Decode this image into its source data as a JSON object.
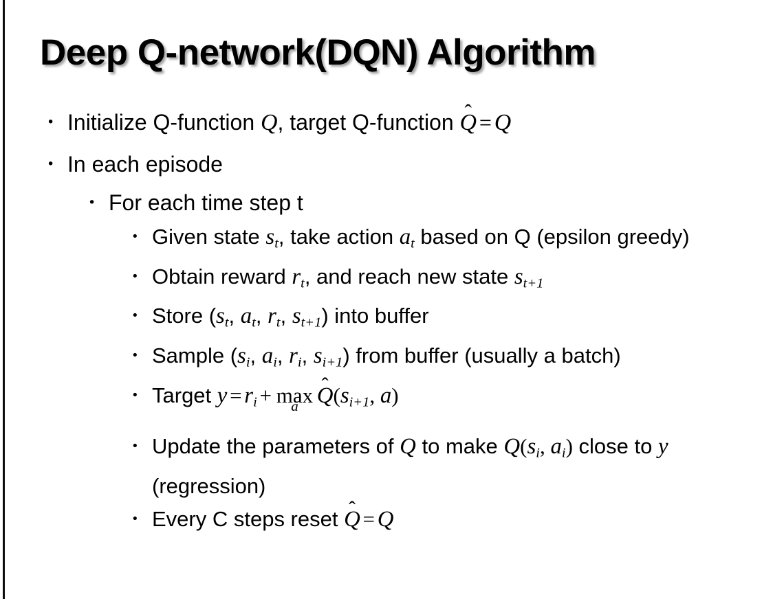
{
  "slide": {
    "title": "Deep Q-network(DQN) Algorithm",
    "background_color": "#ffffff",
    "text_color": "#000000",
    "accent_rule_color": "#0d0d0d",
    "bullet_glyph": "•"
  },
  "content": {
    "b1": {
      "level": 1,
      "pre": "Initialize Q-function ",
      "var_q": "Q",
      "mid": ", target Q-function ",
      "hat": "̂",
      "qhat_base": "Q",
      "equals": "=",
      "var_q2": "Q"
    },
    "b2": {
      "level": 1,
      "text": "In each episode"
    },
    "b3": {
      "level": 2,
      "text": "For each time step t"
    },
    "b4": {
      "level": 3,
      "pre": "Given state ",
      "var_s": "s",
      "sub_t": "t",
      "mid": ", take action ",
      "var_a": "a",
      "sub_t2": "t",
      "post": " based on Q (epsilon greedy)"
    },
    "b5": {
      "level": 3,
      "pre": "Obtain reward ",
      "var_r": "r",
      "sub_t": "t",
      "mid": ", and reach new state ",
      "var_s": "s",
      "sub_t1": "t+1"
    },
    "b6": {
      "level": 3,
      "pre": "Store (",
      "var_s": "s",
      "sub_t": "t",
      "c1": ", ",
      "var_a": "a",
      "sub_t2": "t",
      "c2": ", ",
      "var_r": "r",
      "sub_t3": "t",
      "c3": ", ",
      "var_s2": "s",
      "sub_t4": "t+1",
      "post": ") into buffer"
    },
    "b7": {
      "level": 3,
      "pre": "Sample (",
      "var_s": "s",
      "sub_i": "i",
      "c1": ", ",
      "var_a": "a",
      "sub_i2": "i",
      "c2": ", ",
      "var_r": "r",
      "sub_i3": "i",
      "c3": ", ",
      "var_s2": "s",
      "sub_i4": "i+1",
      "post": ") from buffer (usually a batch)"
    },
    "b8": {
      "level": 3,
      "pre": "Target ",
      "var_y": "y",
      "equals": "=",
      "var_r": "r",
      "sub_i": "i",
      "plus": "+",
      "max_op": "max",
      "max_limit": "a",
      "hat": "̂",
      "qhat_base": "Q",
      "paren_open": "(",
      "var_s": "s",
      "sub_i1": "i+1",
      "comma": ", ",
      "var_a": "a",
      "paren_close": ")"
    },
    "b9": {
      "level": 3,
      "pre": "Update the parameters of ",
      "var_q": "Q",
      "mid": " to make ",
      "var_q2": "Q",
      "paren_open": "(",
      "var_s": "s",
      "sub_i": "i",
      "comma": ", ",
      "var_a": "a",
      "sub_i2": "i",
      "paren_close": ")",
      "post1": " close to ",
      "var_y": "y",
      "post2": " (regression)"
    },
    "b10": {
      "level": 3,
      "pre": "Every C steps reset ",
      "hat": "̂",
      "qhat_base": "Q",
      "equals": "=",
      "var_q": "Q"
    }
  }
}
